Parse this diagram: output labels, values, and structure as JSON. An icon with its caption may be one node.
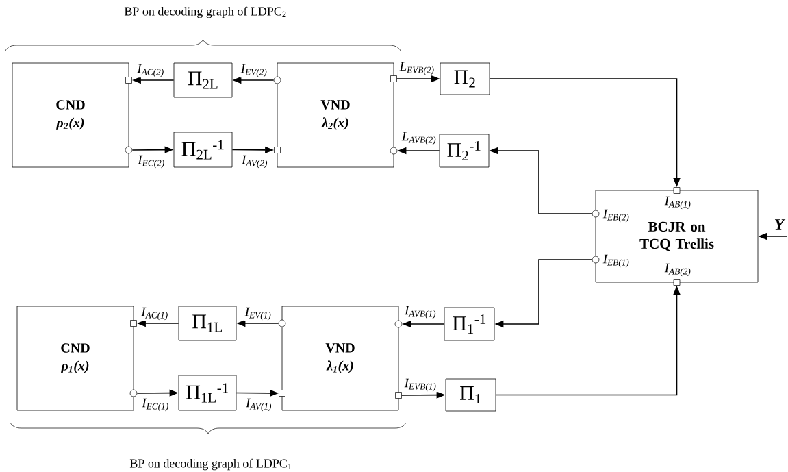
{
  "diagram": {
    "nodes": [
      {
        "text": [
          "CND",
          "ρ$_{2}$(x)"
        ]
      },
      {
        "text": [
          "Π$_{2L}$"
        ]
      },
      {
        "text": [
          "Π$_{2L}$$^{-1}$"
        ]
      },
      {
        "text": [
          "VND",
          "λ$_{2}$(x)"
        ]
      },
      {
        "text": [
          "Π$_{2}$"
        ]
      },
      {
        "text": [
          "Π$_{2}$$^{-1}$"
        ]
      },
      {
        "text": [
          "BCJR on TCQ Trellis"
        ]
      },
      {
        "text": [
          "CND",
          "ρ$_{1}$(x)"
        ]
      },
      {
        "text": [
          "Π$_{1L}$"
        ]
      },
      {
        "text": [
          "Π$_{1L}$$^{-1}$"
        ]
      },
      {
        "text": [
          "VND",
          "λ$_{1}$(x)"
        ]
      },
      {
        "text": [
          "Π$_{1}$$^{-1}$"
        ]
      },
      {
        "text": [
          "Π$_{1}$"
        ]
      },
      {
        "text": [
          "Y"
        ]
      }
    ],
    "edges": [
      {
        "from": 1,
        "to": 0,
        "arrow": "to",
        "label": "I$_{AC(2)}$"
      },
      {
        "from": 3,
        "to": 1,
        "arrow": "to",
        "label": "I$_{EV(2)}$"
      },
      {
        "from": 0,
        "to": 2,
        "arrow": "to",
        "label": "I$_{EC(2)}$"
      },
      {
        "from": 2,
        "to": 3,
        "arrow": "to",
        "label": "I$_{AV(2)}$"
      },
      {
        "from": 3,
        "to": 4,
        "arrow": "to",
        "label": "L$_{EVB(2)}$"
      },
      {
        "from": 5,
        "to": 3,
        "arrow": "to",
        "label": "L$_{AVB(2)}$"
      },
      {
        "from": 4,
        "to": 6,
        "arrow": "to",
        "label": "I$_{AB(1)}$"
      },
      {
        "from": 6,
        "to": 5,
        "arrow": "to",
        "label": "I$_{EB(2)}$"
      },
      {
        "from": 13,
        "to": 6,
        "arrow": "to"
      },
      {
        "from": 6,
        "to": 11,
        "arrow": "to",
        "label": "I$_{EB(1)}$"
      },
      {
        "from": 12,
        "to": 6,
        "arrow": "to",
        "label": "I$_{AB(2)}$"
      },
      {
        "from": 8,
        "to": 7,
        "arrow": "to",
        "label": "I$_{AC(1)}$"
      },
      {
        "from": 10,
        "to": 8,
        "arrow": "to",
        "label": "I$_{EV(1)}$"
      },
      {
        "from": 7,
        "to": 9,
        "arrow": "to",
        "label": "I$_{EC(1)}$"
      },
      {
        "from": 9,
        "to": 10,
        "arrow": "to",
        "label": "I$_{AV(1)}$"
      },
      {
        "from": 11,
        "to": 10,
        "arrow": "to",
        "label": "I$_{AVB(1)}$"
      },
      {
        "from": 10,
        "to": 12,
        "arrow": "to",
        "label": "I$_{EVB(1)}$"
      }
    ],
    "labels": [
      "BP on decoding graph of LDPC$_{2}$",
      "BP on decoding graph of LDPC$_{1}$"
    ]
  }
}
